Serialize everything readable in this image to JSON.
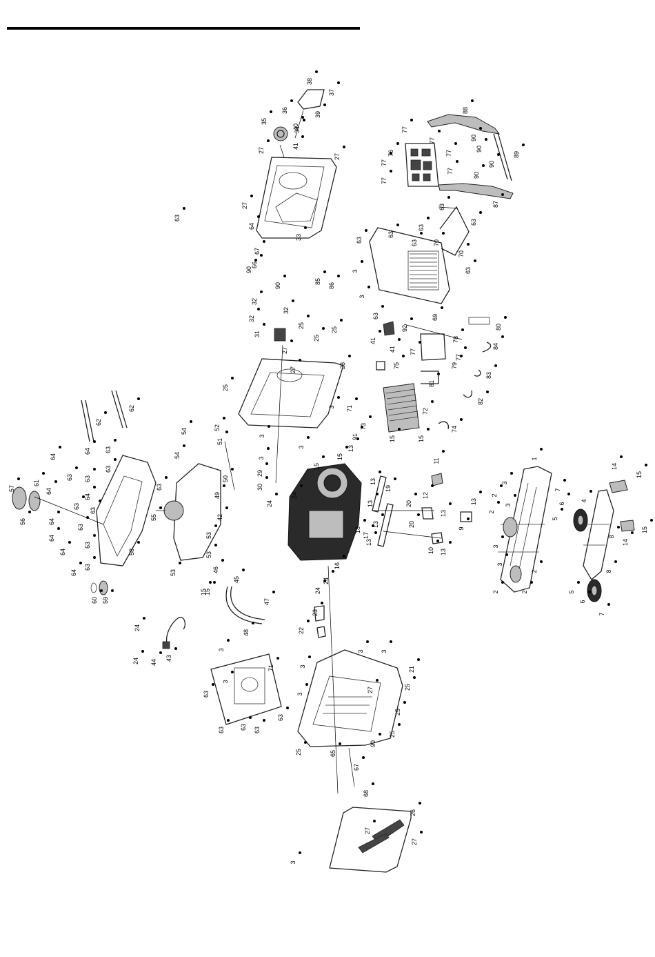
{
  "callouts": [
    "1",
    "2",
    "3",
    "4",
    "5",
    "6",
    "7",
    "8",
    "9",
    "10",
    "11",
    "12",
    "13",
    "14",
    "15",
    "16",
    "17",
    "18",
    "19",
    "20",
    "21",
    "22",
    "23",
    "24",
    "25",
    "26",
    "27",
    "28",
    "29",
    "30",
    "31",
    "32",
    "33",
    "34",
    "35",
    "36",
    "37",
    "38",
    "39",
    "40",
    "41",
    "42",
    "43",
    "44",
    "45",
    "46",
    "47",
    "48",
    "49",
    "50",
    "51",
    "52",
    "53",
    "54",
    "55",
    "56",
    "57",
    "58",
    "59",
    "60",
    "61",
    "62",
    "63",
    "64",
    "65",
    "66",
    "67",
    "68",
    "69",
    "70",
    "71",
    "72",
    "73",
    "74",
    "75",
    "76",
    "77",
    "78",
    "79",
    "80",
    "81",
    "82",
    "83",
    "84",
    "85",
    "86",
    "87",
    "88",
    "89",
    "90",
    "91",
    "92"
  ]
}
